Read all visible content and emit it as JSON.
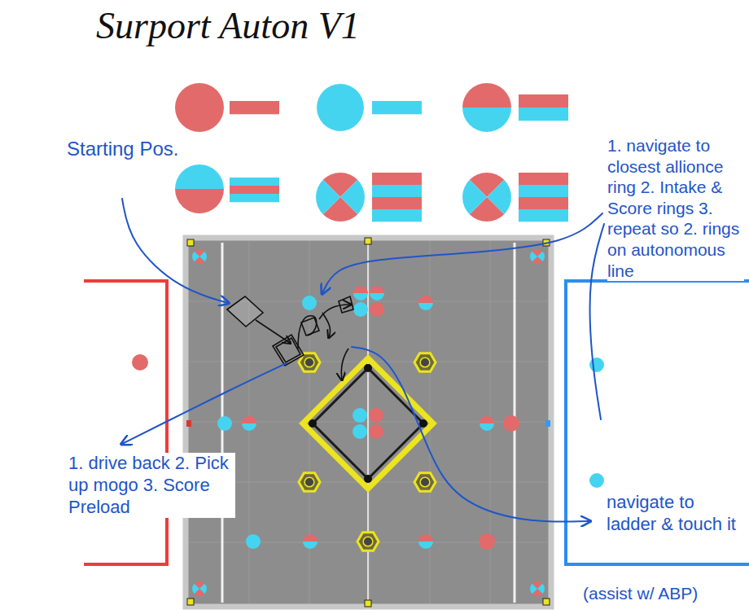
{
  "diagram": {
    "title": "Surport Auton V1",
    "labels": [
      "Starting Pos.",
      "1. navigate to closest allionce ring 2. Intake & Score rings 3. repeat so 2. rings on autonomous line",
      "1. drive back 2. Pick up mogo 3. Score Preload",
      "navigate to ladder & touch it",
      "(assist w/ ABP)"
    ]
  }
}
